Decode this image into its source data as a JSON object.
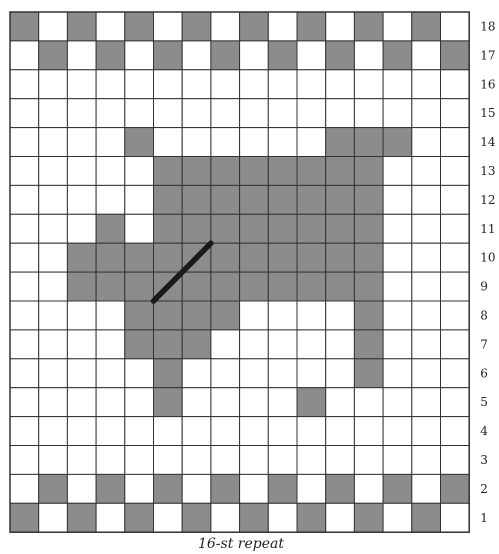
{
  "colors": {
    "filled": "#8c8c8c",
    "empty": "#ffffff",
    "grid": "#333333",
    "cable": "#1a1a1a"
  },
  "chart": {
    "columns": 16,
    "rows": 18,
    "row_labels": [
      "1",
      "2",
      "3",
      "4",
      "5",
      "6",
      "7",
      "8",
      "9",
      "10",
      "11",
      "12",
      "13",
      "14",
      "15",
      "16",
      "17",
      "18"
    ],
    "caption": "16-st repeat",
    "rows_pattern": [
      "1010101010101010",
      "0101010101010101",
      "0000000000000000",
      "0000000000000000",
      "0000100000011100",
      "0000011111111000",
      "0000011111111000",
      "0001011111111000",
      "0011111111111000",
      "0011111111111000",
      "0000111100001000",
      "0000111000001000",
      "0000010000001000",
      "0000010000100000",
      "0000000000000000",
      "0000000000000000",
      "0101010101010101",
      "1010101010101010"
    ],
    "cable_stroke": {
      "from": {
        "col": 5,
        "row": 8
      },
      "to": {
        "col": 7,
        "row": 10
      }
    }
  }
}
